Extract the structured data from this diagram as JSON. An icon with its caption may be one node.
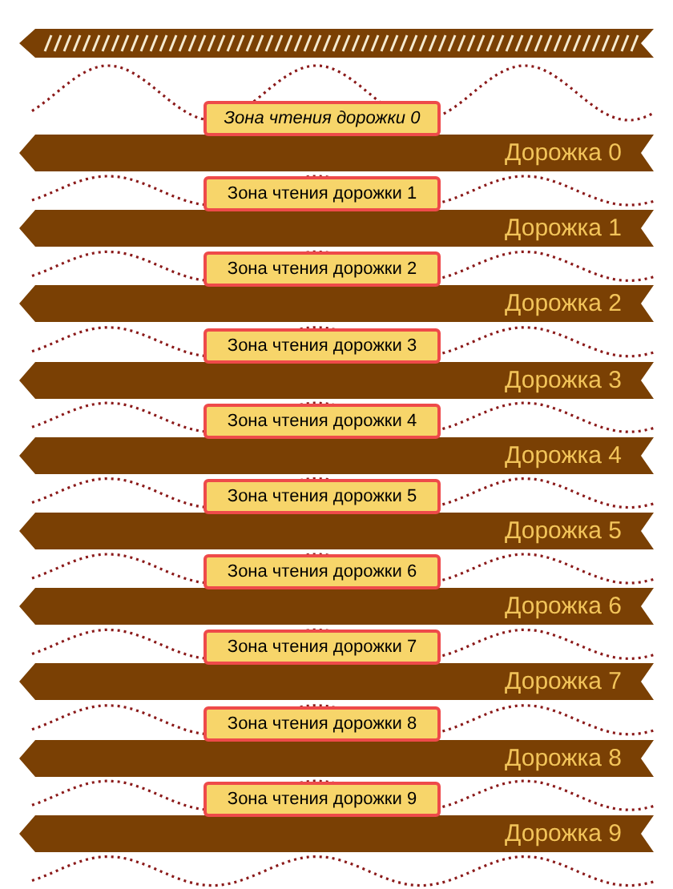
{
  "diagram": {
    "nodes": [
      {
        "text": [],
        "shape": "bar"
      },
      {
        "text": [
          "Зона чтения дорожки 0"
        ]
      },
      {
        "text": [
          "Дорожка 0"
        ]
      },
      {
        "text": [
          "Зона чтения дорожки 1"
        ]
      },
      {
        "text": [
          "Дорожка 1"
        ]
      },
      {
        "text": [
          "Зона чтения дорожки 2"
        ]
      },
      {
        "text": [
          "Дорожка 2"
        ]
      },
      {
        "text": [
          "Зона чтения дорожки 3"
        ]
      },
      {
        "text": [
          "Дорожка 3"
        ]
      },
      {
        "text": [
          "Зона чтения дорожки 4"
        ]
      },
      {
        "text": [
          "Дорожка 4"
        ]
      },
      {
        "text": [
          "Зона чтения дорожки 5"
        ]
      },
      {
        "text": [
          "Дорожка 5"
        ]
      },
      {
        "text": [
          "Зона чтения дорожки 6"
        ]
      },
      {
        "text": [
          "Дорожка 6"
        ]
      },
      {
        "text": [
          "Зона чтения дорожки 7"
        ]
      },
      {
        "text": [
          "Дорожка 7"
        ]
      },
      {
        "text": [
          "Зона чтения дорожки 8"
        ]
      },
      {
        "text": [
          "Дорожка 8"
        ]
      },
      {
        "text": [
          "Зона чтения дорожки 9"
        ]
      },
      {
        "text": [
          "Дорожка 9"
        ]
      }
    ]
  }
}
